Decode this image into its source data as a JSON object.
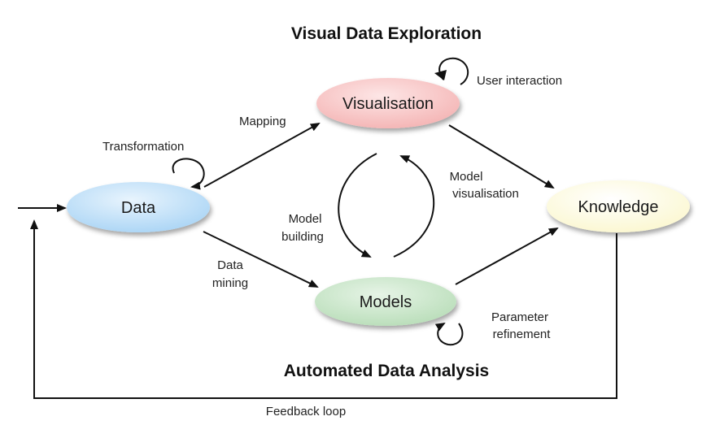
{
  "titles": {
    "top": "Visual Data Exploration",
    "bottom": "Automated Data Analysis"
  },
  "nodes": {
    "data": {
      "label": "Data",
      "color": "#a9d4f5"
    },
    "visualisation": {
      "label": "Visualisation",
      "color": "#f4b3b3"
    },
    "models": {
      "label": "Models",
      "color": "#b8ddb8"
    },
    "knowledge": {
      "label": "Knowledge",
      "color": "#fbf7cf"
    }
  },
  "labels": {
    "mapping": "Mapping",
    "transformation": "Transformation",
    "user_interaction": "User interaction",
    "model_visualisation": [
      "Model",
      "visualisation"
    ],
    "model_building": [
      "Model",
      "building"
    ],
    "data_mining": [
      "Data",
      "mining"
    ],
    "parameter_refinement": [
      "Parameter",
      "refinement"
    ],
    "feedback_loop": "Feedback loop"
  }
}
